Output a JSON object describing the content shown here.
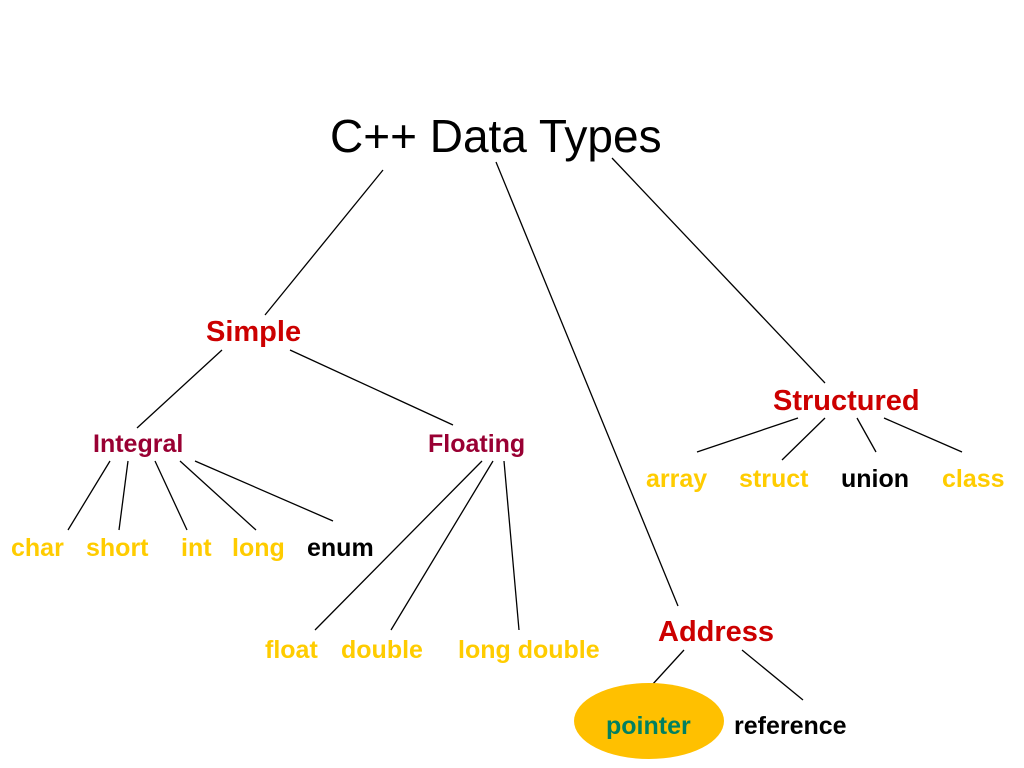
{
  "title": "C++  Data Types",
  "colors": {
    "category": "#cc0000",
    "subcategory": "#990033",
    "builtin_type": "#ffcc00",
    "plain_type": "#000000",
    "highlight_fill": "#ffc000",
    "highlight_text": "#008060",
    "line": "#000000"
  },
  "nodes": {
    "simple": "Simple",
    "structured": "Structured",
    "address": "Address",
    "integral": "Integral",
    "floating": "Floating",
    "char": "char",
    "short": "short",
    "int": "int",
    "long": "long",
    "enum": "enum",
    "float": "float",
    "double": "double",
    "long_double": "long double",
    "array": "array",
    "struct": "struct",
    "union": "union",
    "class": "class",
    "pointer": "pointer",
    "reference": "reference"
  }
}
